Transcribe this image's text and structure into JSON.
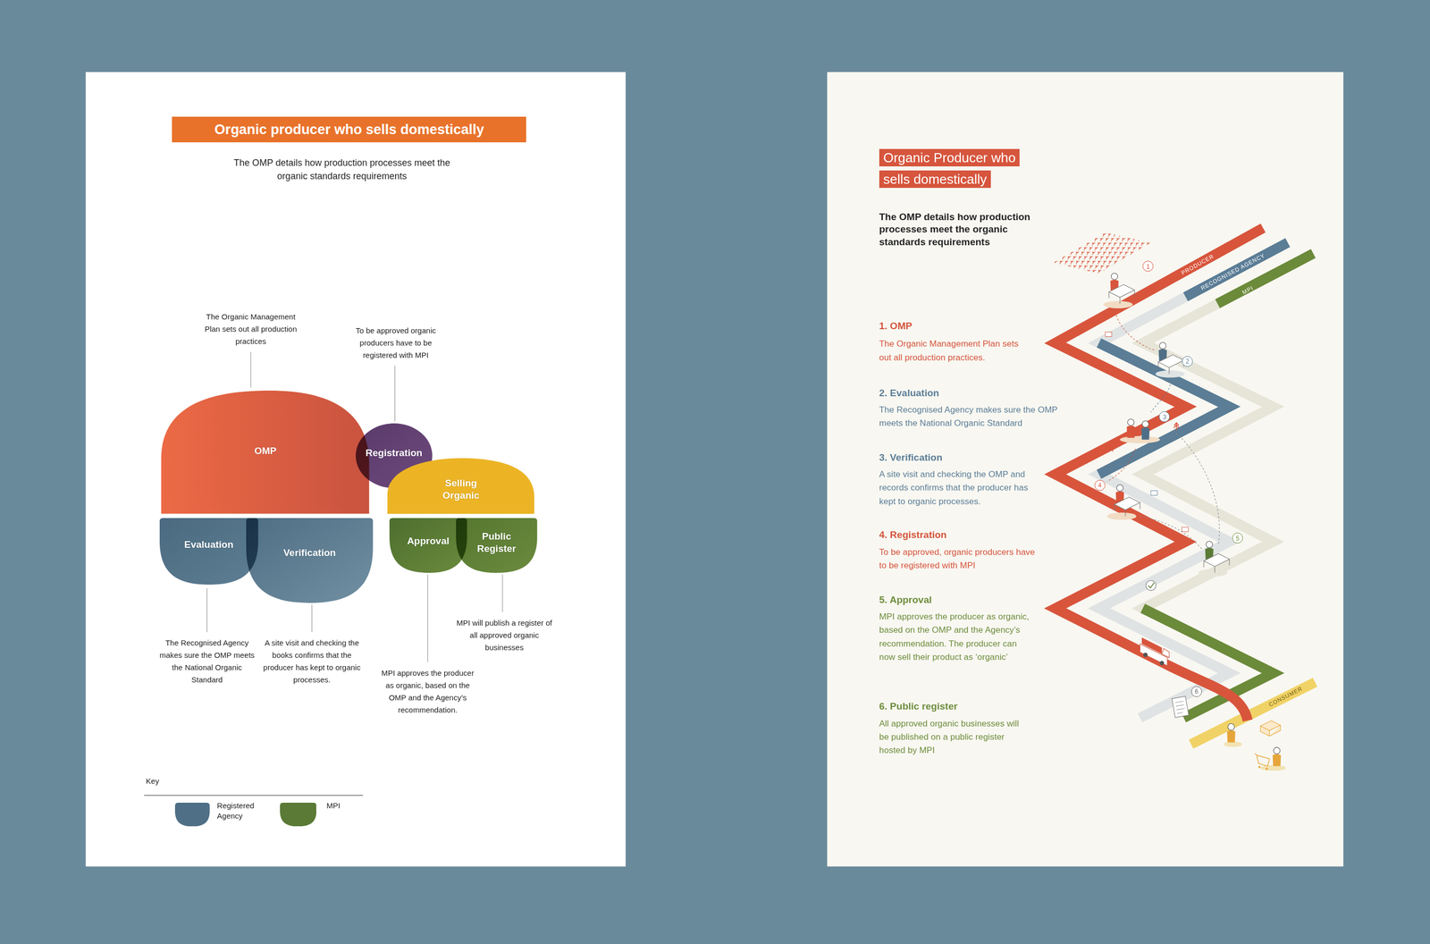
{
  "diagram": {
    "title": "Organic producer who sells domestically",
    "nodes": [
      {
        "text": [
          "OMP"
        ]
      },
      {
        "text": [
          "Registration"
        ]
      },
      {
        "text": [
          "Selling Organic"
        ]
      },
      {
        "text": [
          "Evaluation"
        ]
      },
      {
        "text": [
          "Verification"
        ]
      },
      {
        "text": [
          "Approval"
        ]
      },
      {
        "text": [
          "Public Register"
        ]
      }
    ],
    "labels": [
      "The OMP details how production processes meet the organic standards requirements",
      "The Organic Management Plan sets out all production practices",
      "To be approved organic producers have to be registered with MPI",
      "The Recognised Agency makes sure the OMP meets the National Organic Standard",
      "A site visit and checking the books confirms that the producer has kept to organic processes.",
      "MPI will publish a register of all approved organic businesses",
      "MPI approves the producer as organic, based on the OMP and the Agency’s recommendation.",
      "Key",
      "Organic Producer who sells domestically",
      "The OMP details how production processes meet the organic standards requirements",
      "PRODUCER",
      "RECOGNISED AGENCY",
      "MPI",
      "1",
      "1. OMP",
      "The Organic Management Plan sets out all production practices.",
      "2",
      "2. Evaluation",
      "The Recognised Agency makes sure the OMP meets the National Organic Standard",
      "3",
      "3. Verification",
      "A site visit and checking the OMP and records confirms that the producer has kept to organic processes.",
      "4",
      "4. Registration",
      "To be approved, organic producers have to be registered with MPI",
      "5",
      "5. Approval",
      "MPI approves the producer as organic, based on the OMP and the Agency’s recommendation. The producer can now sell their product as ‘organic’",
      "6. Public register",
      "All approved organic businesses will be published on a public register hosted by MPI",
      "6",
      "CONSUMER"
    ],
    "legend": [
      {
        "text": "Registered Agency",
        "color": "#4e6f85"
      },
      {
        "text": "MPI",
        "color": "#5b7a36"
      }
    ]
  }
}
